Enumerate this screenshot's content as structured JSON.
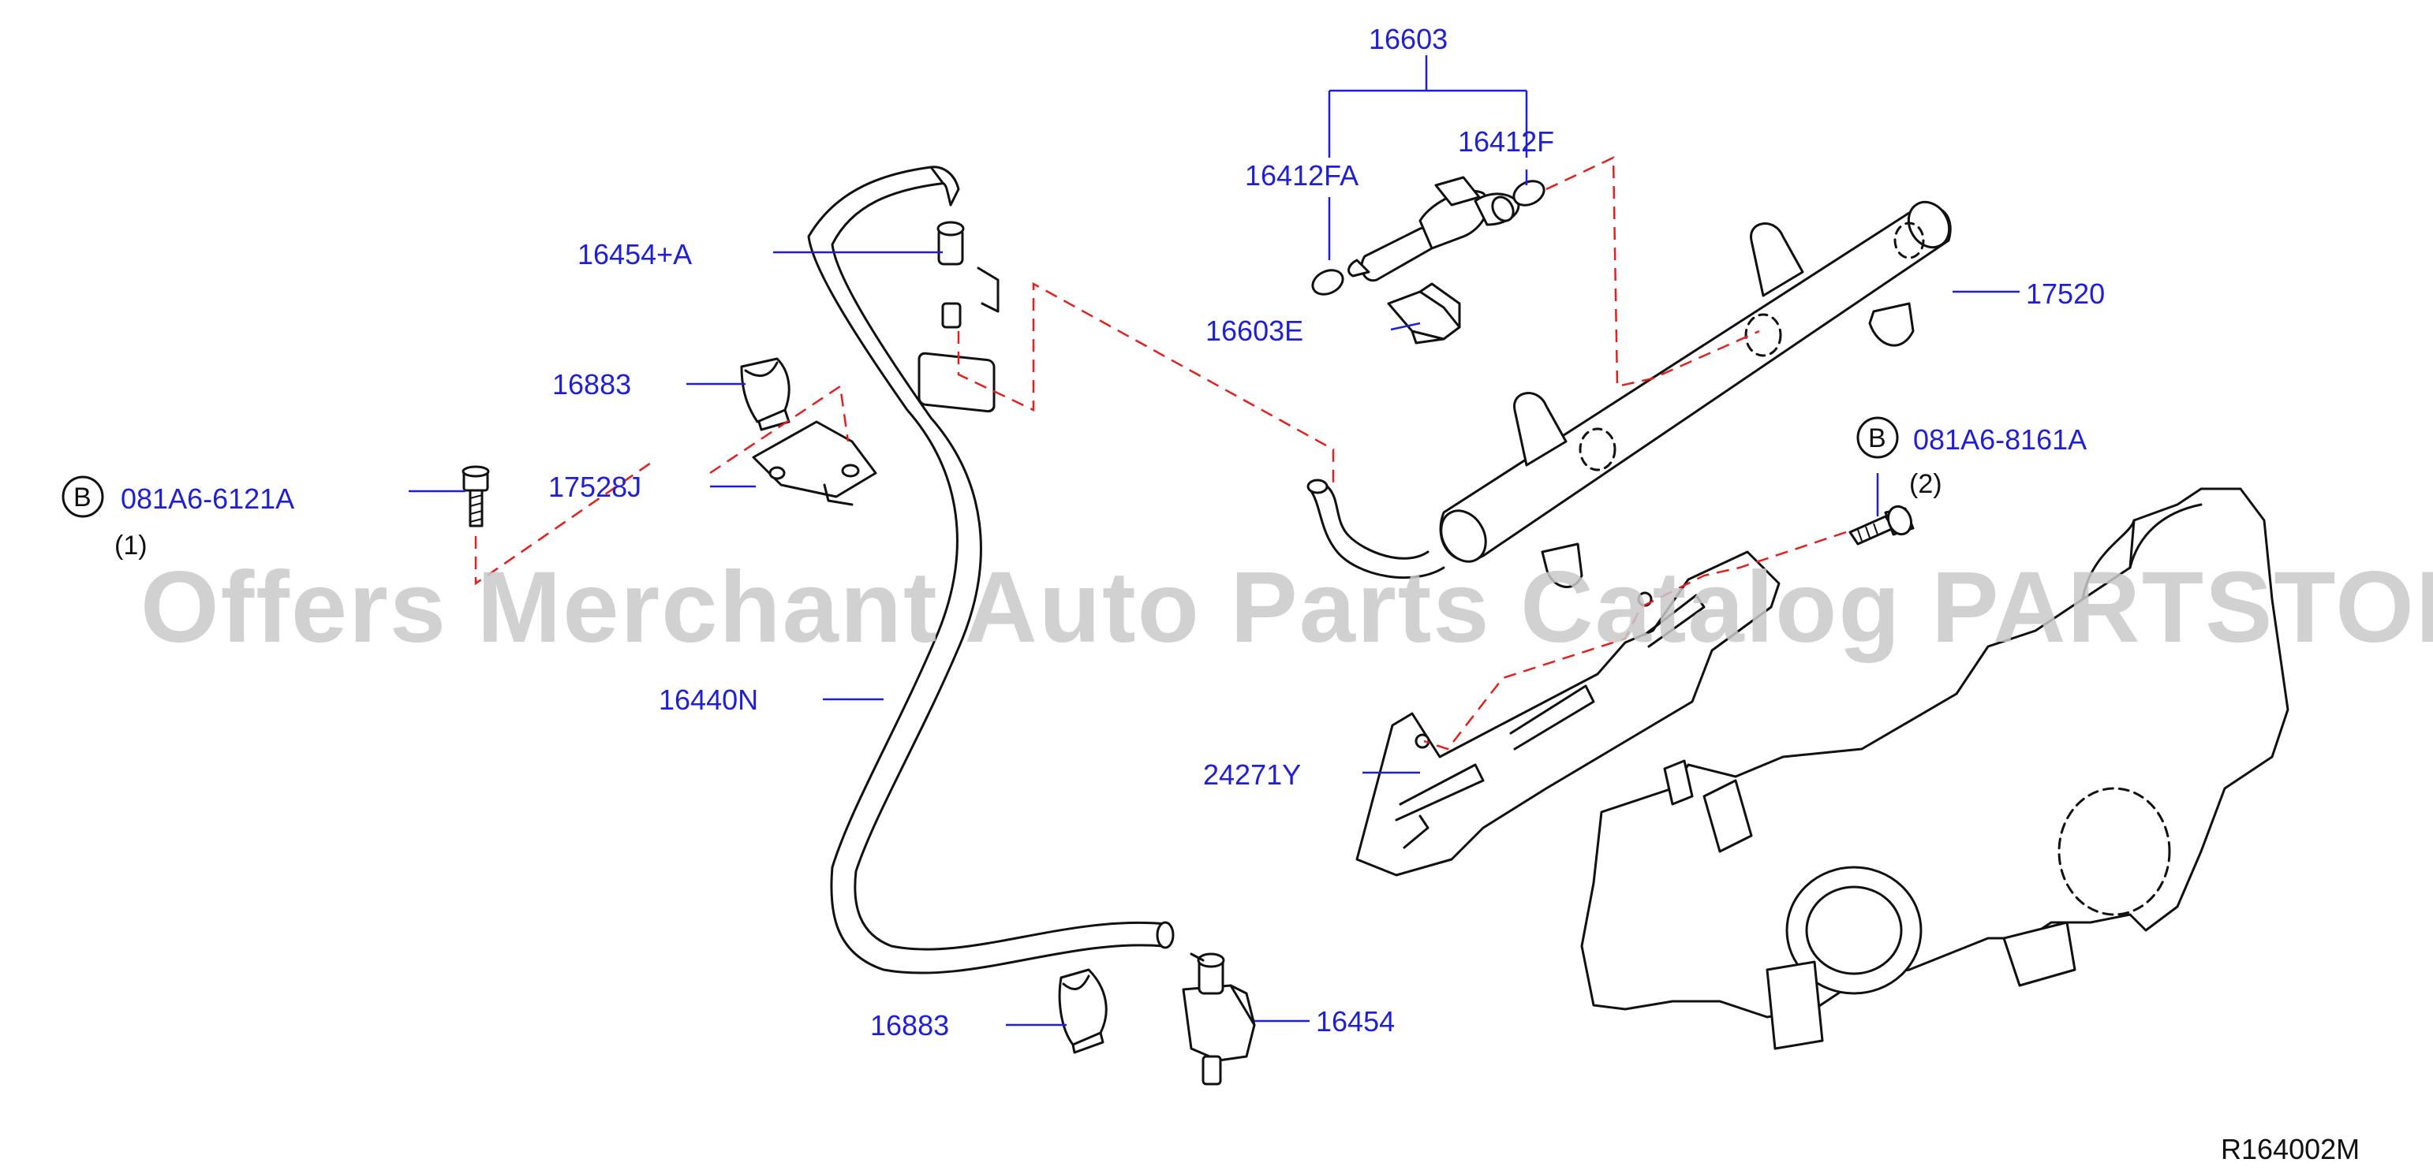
{
  "watermark": "Offers Merchant Auto Parts Catalog PARTSTORE.SA",
  "ref_code": "R164002M",
  "labels": {
    "p16603": "16603",
    "p16412F": "16412F",
    "p16412FA": "16412FA",
    "p16603E": "16603E",
    "p17520": "17520",
    "p16454A": "16454+A",
    "p16883_top": "16883",
    "p17528J": "17528J",
    "p16440N": "16440N",
    "p24271Y": "24271Y",
    "p16883_bottom": "16883",
    "p16454": "16454"
  },
  "bolts": {
    "left": {
      "badge": "B",
      "part": "081A6-6121A",
      "qty": "(1)"
    },
    "right": {
      "badge": "B",
      "part": "081A6-8161A",
      "qty": "(2)"
    }
  },
  "colors": {
    "label_blue": "#1f1fd6",
    "dashed_red": "#e22020",
    "line_black": "#111111",
    "watermark_grey": "#c9c9c9"
  }
}
